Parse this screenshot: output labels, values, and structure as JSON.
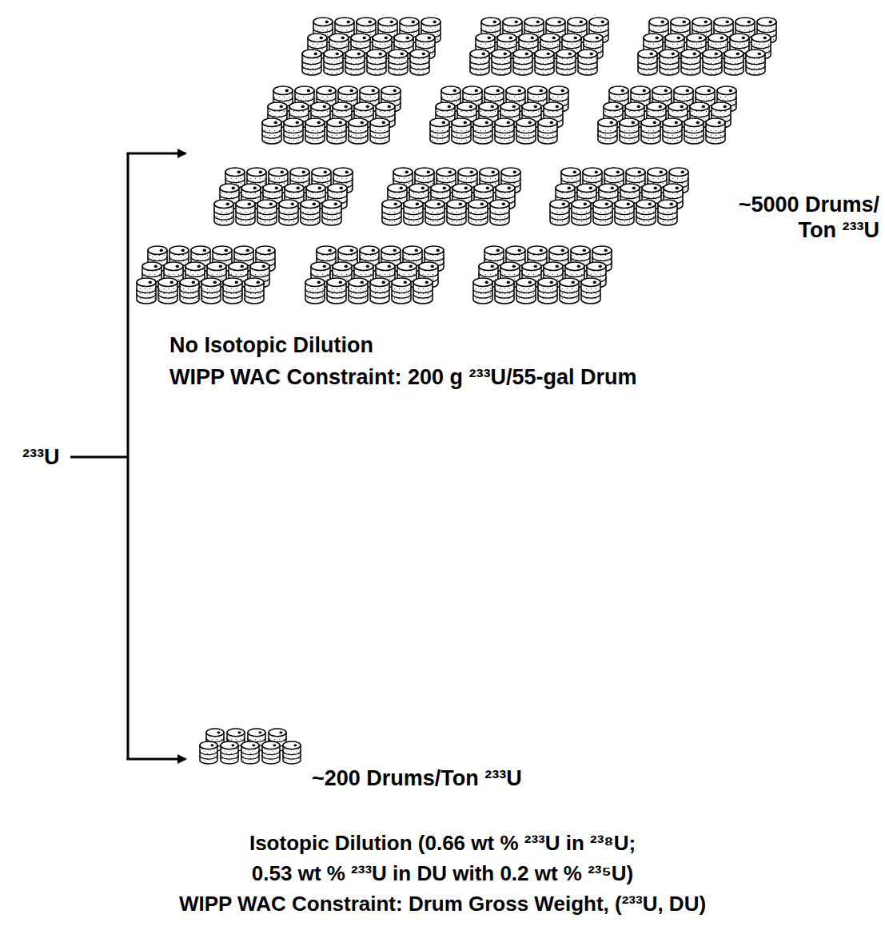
{
  "diagram": {
    "labels": [
      "~5000 Drums/ Ton ²³³U",
      "No Isotopic Dilution",
      "WIPP WAC Constraint: 200 g ²³³U/55-gal Drum",
      "²³³U",
      "~200 Drums/Ton ²³³U",
      "Isotopic Dilution (0.66 wt % ²³³U in ²³⁸U;",
      "0.53 wt % ²³³U in DU with 0.2 wt % ²³⁵U)",
      "WIPP WAC Constraint: Drum Gross Weight, (²³³U, DU)"
    ]
  }
}
